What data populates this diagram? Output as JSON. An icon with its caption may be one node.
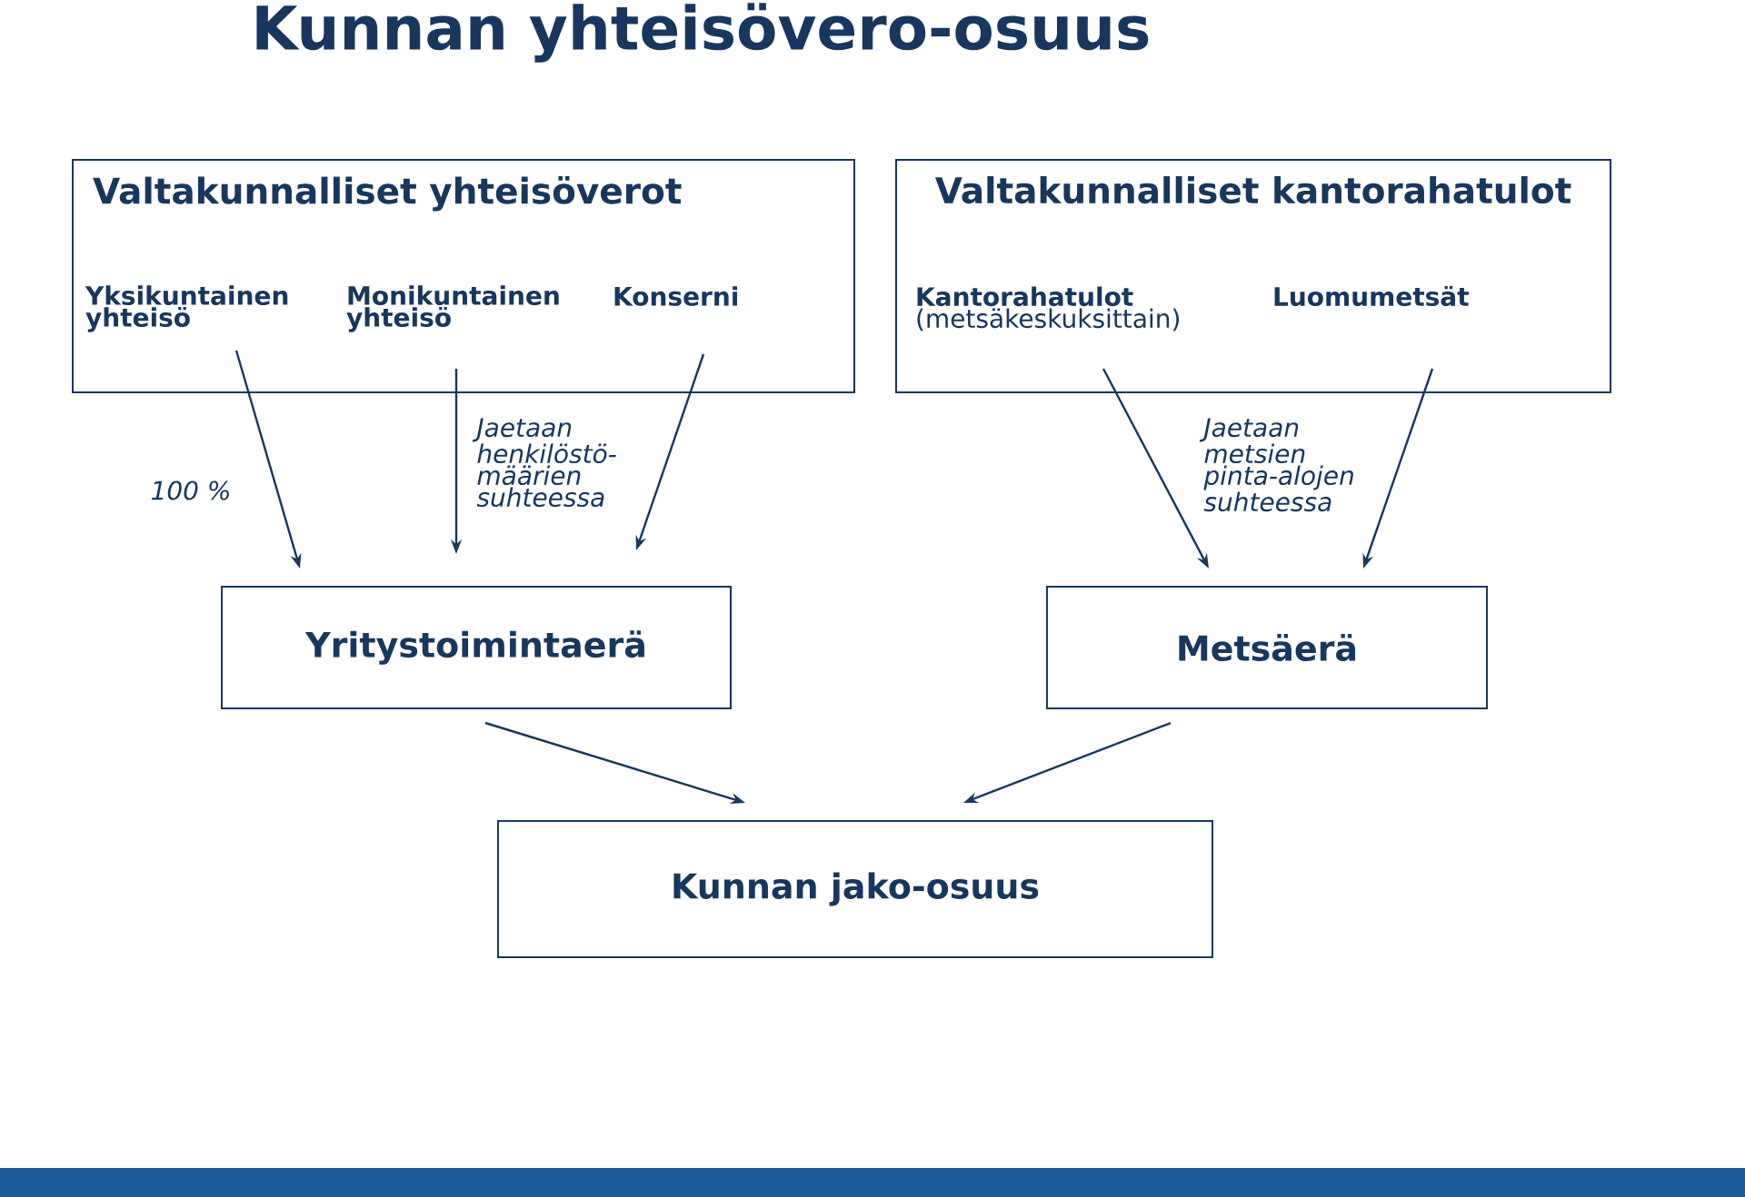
{
  "diagram": {
    "title": "Kunnan yhteisövero-osuus",
    "nodes": [
      {
        "text": [
          "Valtakunnalliset yhteisöverot"
        ]
      },
      {
        "text": [
          "Yksikuntainen yhteisö"
        ],
        "in": 0
      },
      {
        "text": [
          "Monikuntainen yhteisö"
        ],
        "in": 0
      },
      {
        "text": [
          "Konserni"
        ],
        "in": 0
      },
      {
        "text": [
          "Valtakunnalliset kantorahatulot"
        ]
      },
      {
        "text": [
          "Kantorahatulot",
          "(metsäkeskuksittain)"
        ],
        "in": 4
      },
      {
        "text": [
          "Luomumetsät"
        ],
        "in": 4
      },
      {
        "text": [
          "Yritystoimintaerä"
        ]
      },
      {
        "text": [
          "Metsäerä"
        ]
      },
      {
        "text": [
          "Kunnan jako-osuus"
        ]
      }
    ],
    "edges": [
      {
        "from": 1,
        "to": 7,
        "arrow": "to"
      },
      {
        "from": 2,
        "to": 7,
        "arrow": "to"
      },
      {
        "from": 3,
        "to": 7,
        "arrow": "to"
      },
      {
        "from": 5,
        "to": 8,
        "arrow": "to"
      },
      {
        "from": 6,
        "to": 8,
        "arrow": "to"
      },
      {
        "from": 7,
        "to": 9,
        "arrow": "to"
      },
      {
        "from": 8,
        "to": 9,
        "arrow": "to"
      }
    ],
    "labels": [
      "100 %",
      "Jaetaan henkilöstö-määrien suhteessa",
      "Jaetaan metsien pinta-alojen suhteessa"
    ]
  }
}
